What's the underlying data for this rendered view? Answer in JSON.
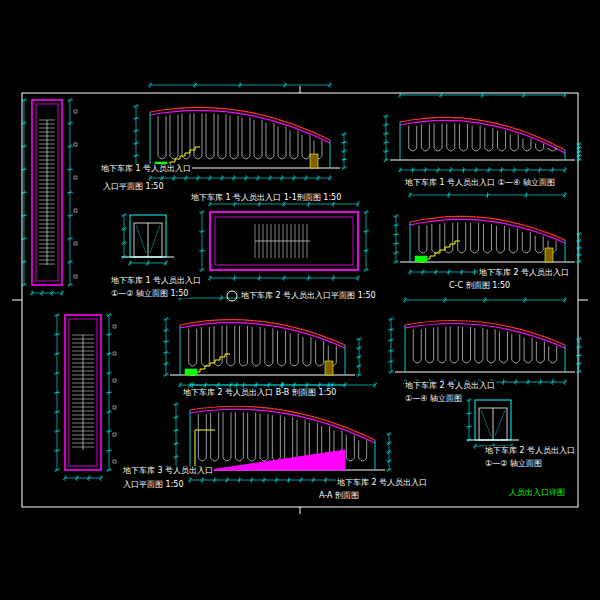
{
  "diagram": {
    "labels": [
      "地下车库 1 号人员出入口",
      "入口平面图 1:50",
      "地下车库 1 号人员出入口 1-1剖面图 1:50",
      "地下车库 1 号人员出入口 ①—④ 轴立面图",
      "地下车库 1 号人员出入口",
      "①—② 轴立面图 1:50",
      "地下车库 2 号人员出入口平面图 1:50",
      "地下车库 2 号人员出入口",
      "C-C 剖面图 1:50",
      "地下车库 3 号人员出入口",
      "入口平面图 1:50",
      "地下车库 2 号人员出入口 B-B 剖面图 1:50",
      "地下车库 2 号人员出入口",
      "①—④ 轴立面图",
      "地下车库 2 号人员出入口",
      "A-A 剖面图",
      "地下车库 2 号人员出入口",
      "①—② 轴立面图",
      "人员出入口详图"
    ]
  }
}
